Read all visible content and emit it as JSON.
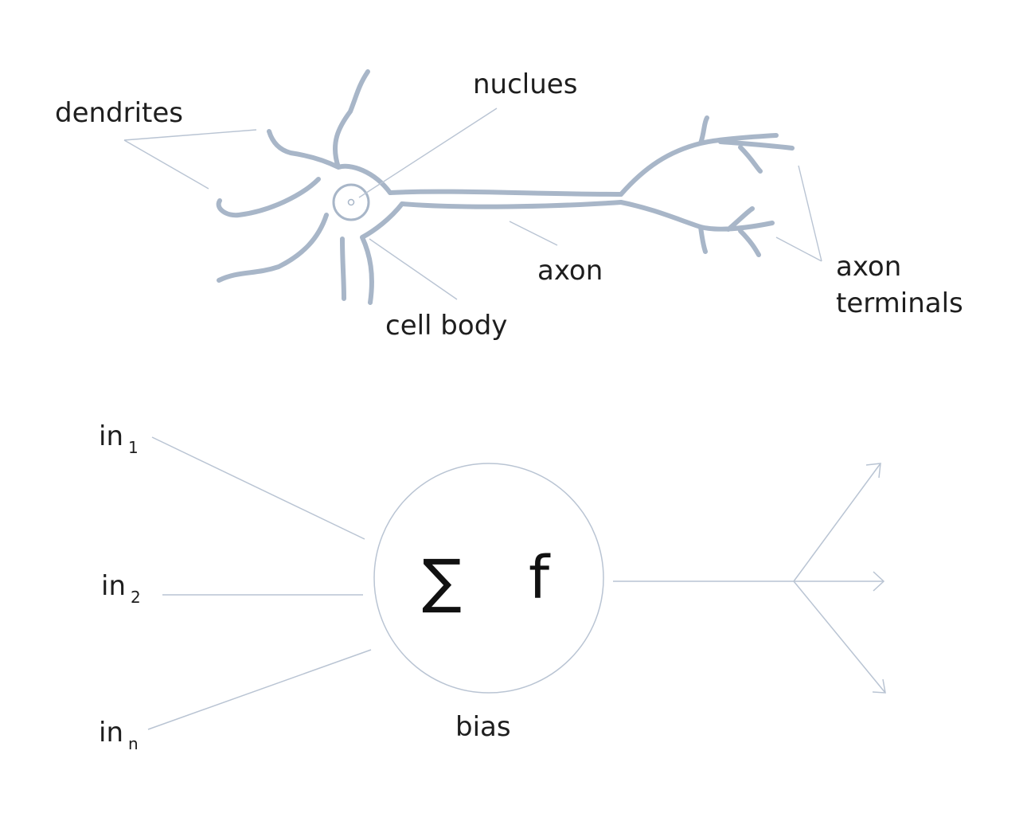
{
  "biological_neuron": {
    "labels": {
      "dendrites": "dendrites",
      "nucleus": "nuclues",
      "axon": "axon",
      "cell_body": "cell body",
      "axon_terminals_line1": "axon",
      "axon_terminals_line2": "terminals"
    },
    "colors": {
      "outline": "#a8b6c8",
      "leader_lines": "#b9c4d3"
    }
  },
  "artificial_neuron": {
    "inputs": [
      {
        "base": "in",
        "sub": "1"
      },
      {
        "base": "in",
        "sub": "2"
      },
      {
        "base": "in",
        "sub": "n"
      }
    ],
    "sum_symbol": "∑",
    "activation_symbol": "f",
    "bias_label": "bias",
    "colors": {
      "lines": "#b9c4d3"
    }
  }
}
